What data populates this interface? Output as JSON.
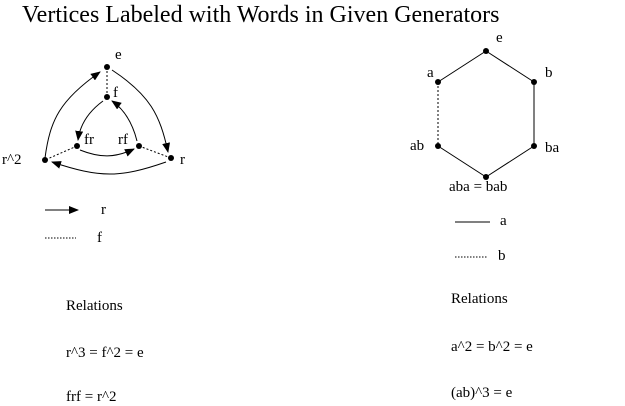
{
  "title": "Vertices Labeled with Words in Given Generators",
  "left": {
    "vertices": {
      "e": "e",
      "f": "f",
      "fr": "fr",
      "rf": "rf",
      "r2": "r^2",
      "r": "r"
    },
    "legend": {
      "arrow": "r",
      "dotted": "f"
    },
    "relations_heading": "Relations",
    "relations": [
      "r^3 = f^2 = e",
      "frf = r^2"
    ]
  },
  "right": {
    "vertices": {
      "e": "e",
      "a": "a",
      "b": "b",
      "ab": "ab",
      "ba": "ba",
      "aba": "aba = bab"
    },
    "legend": {
      "solid": "a",
      "dotted": "b"
    },
    "relations_heading": "Relations",
    "relations": [
      "a^2 = b^2 = e",
      "(ab)^3 = e"
    ]
  }
}
